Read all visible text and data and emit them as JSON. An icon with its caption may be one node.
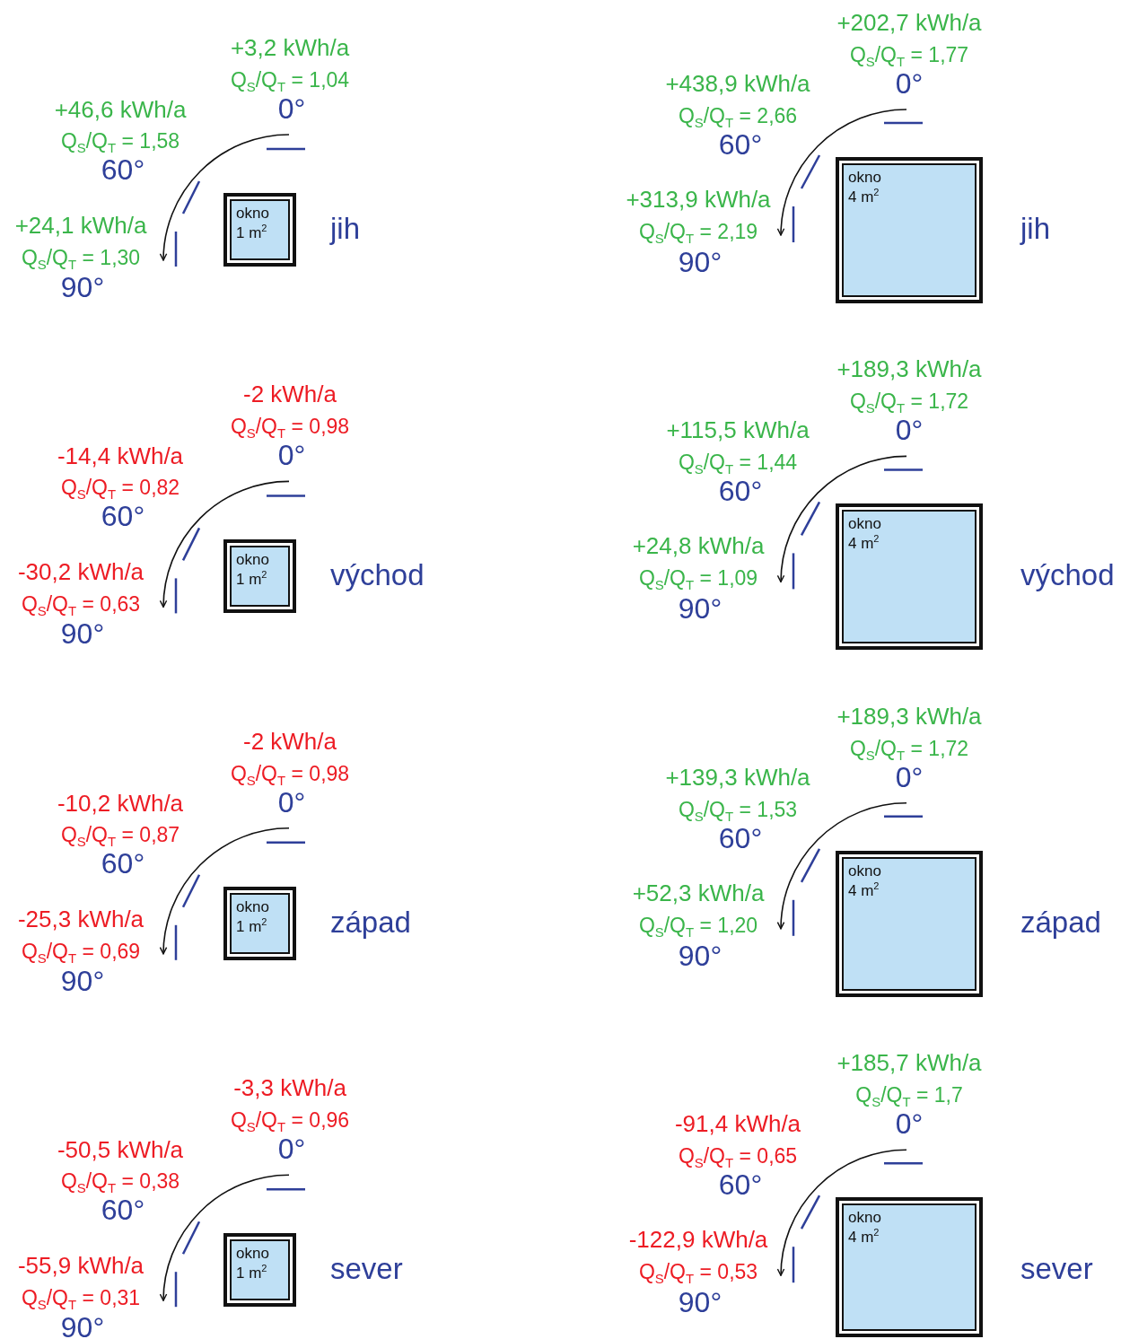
{
  "diagram": {
    "nodes": [
      {
        "text": [
          "okno",
          "1 m$^{2}$"
        ]
      },
      {
        "text": [
          "okno",
          "4 m$^{2}$"
        ]
      },
      {
        "text": [
          "okno",
          "1 m$^{2}$"
        ]
      },
      {
        "text": [
          "okno",
          "4 m$^{2}$"
        ]
      },
      {
        "text": [
          "okno",
          "1 m$^{2}$"
        ]
      },
      {
        "text": [
          "okno",
          "4 m$^{2}$"
        ]
      },
      {
        "text": [
          "okno",
          "1 m$^{2}$"
        ]
      },
      {
        "text": [
          "okno",
          "4 m$^{2}$"
        ]
      }
    ],
    "labels": [
      "+3,2 kWh/a",
      "Q$_{S}$/Q$_{T}$ = 1,04",
      "0°",
      "+46,6 kWh/a",
      "Q$_{S}$/Q$_{T}$ = 1,58",
      "60°",
      "+24,1 kWh/a",
      "Q$_{S}$/Q$_{T}$ = 1,30",
      "90°",
      "jih",
      "+202,7 kWh/a",
      "Q$_{S}$/Q$_{T}$ = 1,77",
      "0°",
      "+438,9 kWh/a",
      "Q$_{S}$/Q$_{T}$ = 2,66",
      "60°",
      "+313,9 kWh/a",
      "Q$_{S}$/Q$_{T}$ = 2,19",
      "90°",
      "jih",
      "-2 kWh/a",
      "Q$_{S}$/Q$_{T}$ = 0,98",
      "0°",
      "-14,4 kWh/a",
      "Q$_{S}$/Q$_{T}$ = 0,82",
      "60°",
      "-30,2 kWh/a",
      "Q$_{S}$/Q$_{T}$ = 0,63",
      "90°",
      "východ",
      "+189,3 kWh/a",
      "Q$_{S}$/Q$_{T}$ = 1,72",
      "0°",
      "+115,5 kWh/a",
      "Q$_{S}$/Q$_{T}$ = 1,44",
      "60°",
      "+24,8 kWh/a",
      "Q$_{S}$/Q$_{T}$ = 1,09",
      "90°",
      "východ",
      "-2 kWh/a",
      "Q$_{S}$/Q$_{T}$ = 0,98",
      "0°",
      "-10,2 kWh/a",
      "Q$_{S}$/Q$_{T}$ = 0,87",
      "60°",
      "-25,3 kWh/a",
      "Q$_{S}$/Q$_{T}$ = 0,69",
      "90°",
      "západ",
      "+189,3 kWh/a",
      "Q$_{S}$/Q$_{T}$ = 1,72",
      "0°",
      "+139,3 kWh/a",
      "Q$_{S}$/Q$_{T}$ = 1,53",
      "60°",
      "+52,3 kWh/a",
      "Q$_{S}$/Q$_{T}$ = 1,20",
      "90°",
      "západ",
      "-3,3 kWh/a",
      "Q$_{S}$/Q$_{T}$ = 0,96",
      "0°",
      "-50,5 kWh/a",
      "Q$_{S}$/Q$_{T}$ = 0,38",
      "60°",
      "-55,9 kWh/a",
      "Q$_{S}$/Q$_{T}$ = 0,31",
      "90°",
      "sever",
      "+185,7 kWh/a",
      "Q$_{S}$/Q$_{T}$ = 1,7",
      "0°",
      "-91,4 kWh/a",
      "Q$_{S}$/Q$_{T}$ = 0,65",
      "60°",
      "-122,9 kWh/a",
      "Q$_{S}$/Q$_{T}$ = 0,53",
      "90°",
      "sever"
    ]
  }
}
